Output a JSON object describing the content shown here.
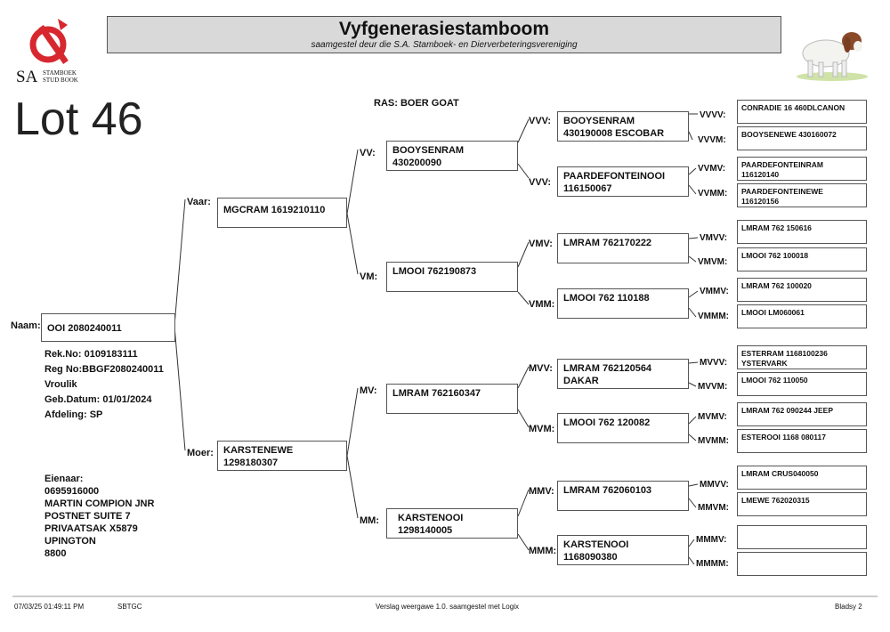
{
  "logo": {
    "sa": "SA",
    "line1": "STAMBOEK",
    "line2": "STUD BOOK"
  },
  "header": {
    "title": "Vyfgenerasiestamboom",
    "subtitle": "saamgestel deur die S.A. Stamboek- en Dierverbeteringsvereniging",
    "goat_icon": "goat-icon"
  },
  "lot": "Lot 46",
  "ras": "RAS: BOER GOAT",
  "animal": {
    "naam_label": "Naam:",
    "naam": "OOI 2080240011",
    "rek_no": "Rek.No: 0109183111",
    "reg_no": "Reg No:BBGF2080240011",
    "sex": "Vroulik",
    "geb_datum": "Geb.Datum: 01/01/2024",
    "afdeling": "Afdeling: SP"
  },
  "owner": {
    "label": "Eienaar:",
    "lines": [
      "0695916000",
      "MARTIN COMPION JNR",
      "POSTNET SUITE 7",
      "PRIVAATSAK X5879",
      "UPINGTON",
      "8800"
    ]
  },
  "gen1": {
    "vaar": {
      "label": "Vaar:",
      "name": "MGCRAM 1619210110"
    },
    "moer": {
      "label": "Moer:",
      "name": "KARSTENEWE 1298180307"
    }
  },
  "gen2": {
    "vv": {
      "label": "VV:",
      "name": "BOOYSENRAM 430200090"
    },
    "vm": {
      "label": "VM:",
      "name": "LMOOI 762190873"
    },
    "mv": {
      "label": "MV:",
      "name": "LMRAM 762160347"
    },
    "mm": {
      "label": "MM:",
      "name": "KARSTENOOI 1298140005"
    }
  },
  "gen3": {
    "vvv": {
      "label": "VVV:",
      "name": "BOOYSENRAM 430190008 ESCOBAR"
    },
    "vvm": {
      "label": "VVV:",
      "name": "PAARDEFONTEINOOI 116150067"
    },
    "vmv": {
      "label": "VMV:",
      "name": "LMRAM 762170222"
    },
    "vmm": {
      "label": "VMM:",
      "name": "LMOOI 762 110188"
    },
    "mvv": {
      "label": "MVV:",
      "name": "LMRAM 762120564 DAKAR"
    },
    "mvm": {
      "label": "MVM:",
      "name": "LMOOI 762 120082"
    },
    "mmv": {
      "label": "MMV:",
      "name": "LMRAM 762060103"
    },
    "mmm": {
      "label": "MMM:",
      "name": "KARSTENOOI 1168090380"
    }
  },
  "gen4": [
    {
      "label": "VVVV:",
      "name": "CONRADIE 16 460DLCANON"
    },
    {
      "label": "VVVM:",
      "name": "BOOYSENEWE 430160072"
    },
    {
      "label": "VVMV:",
      "name": "PAARDEFONTEINRAM 116120140"
    },
    {
      "label": "VVMM:",
      "name": "PAARDEFONTEINEWE 116120156"
    },
    {
      "label": "VMVV:",
      "name": "LMRAM 762 150616"
    },
    {
      "label": "VMVM:",
      "name": "LMOOI 762 100018"
    },
    {
      "label": "VMMV:",
      "name": "LMRAM 762 100020"
    },
    {
      "label": "VMMM:",
      "name": "LMOOI LM060061"
    },
    {
      "label": "MVVV:",
      "name": "ESTERRAM 1168100236 YSTERVARK"
    },
    {
      "label": "MVVM:",
      "name": "LMOOI 762 110050"
    },
    {
      "label": "MVMV:",
      "name": "LMRAM 762 090244 JEEP"
    },
    {
      "label": "MVMM:",
      "name": "ESTEROOI 1168 080117"
    },
    {
      "label": "MMVV:",
      "name": "LMRAM CRUS040050"
    },
    {
      "label": "MMVM:",
      "name": "LMEWE 762020315"
    },
    {
      "label": "MMMV:",
      "name": ""
    },
    {
      "label": "MMMM:",
      "name": ""
    }
  ],
  "footer": {
    "datetime": "07/03/25 01:49:11 PM",
    "code": "SBTGC",
    "version": "Verslag weergawe 1.0. saamgestel met Logix",
    "page": "Bladsy 2"
  }
}
